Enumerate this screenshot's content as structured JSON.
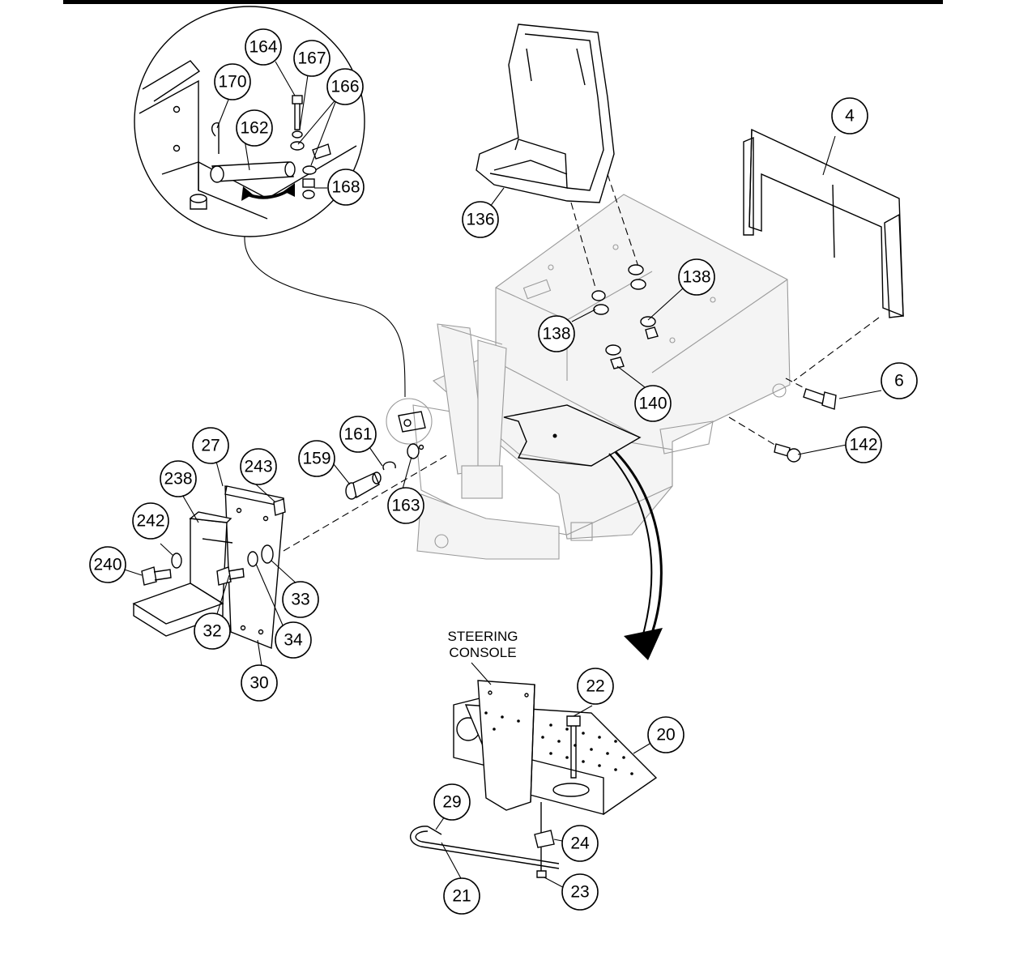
{
  "diagram": {
    "label": {
      "line1": "STEERING",
      "line2": "CONSOLE"
    },
    "callouts": {
      "c4": "4",
      "c6": "6",
      "c20": "20",
      "c21": "21",
      "c22": "22",
      "c23": "23",
      "c24": "24",
      "c27": "27",
      "c29": "29",
      "c30": "30",
      "c32": "32",
      "c33": "33",
      "c34": "34",
      "c136": "136",
      "c138a": "138",
      "c138b": "138",
      "c140": "140",
      "c142": "142",
      "c159": "159",
      "c161": "161",
      "c162": "162",
      "c163": "163",
      "c164": "164",
      "c166": "166",
      "c167": "167",
      "c168": "168",
      "c170": "170",
      "c238": "238",
      "c240": "240",
      "c242": "242",
      "c243": "243"
    }
  }
}
